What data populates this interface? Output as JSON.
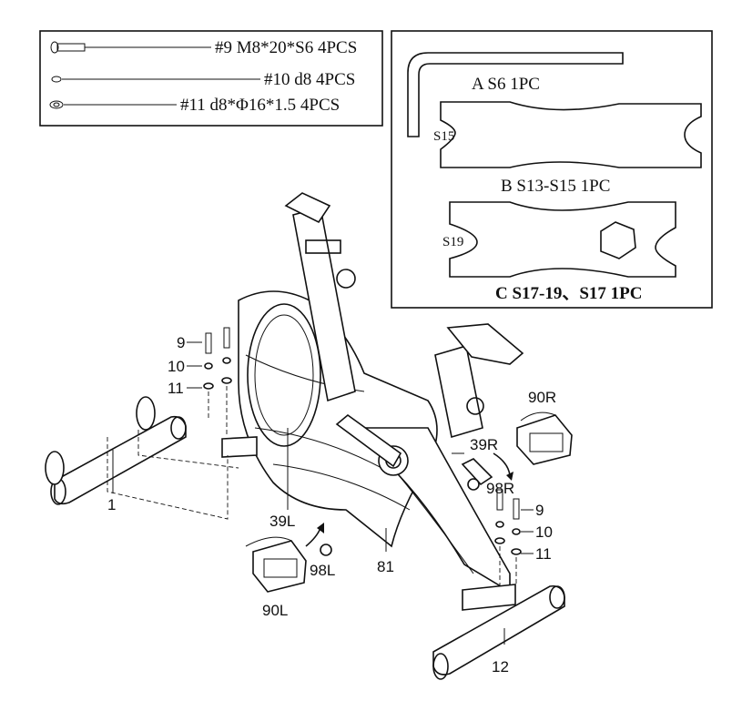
{
  "hardware": [
    {
      "label": "#9 M8*20*S6 4PCS"
    },
    {
      "label": "#10 d8 4PCS"
    },
    {
      "label": "#11 d8*Φ16*1.5 4PCS"
    }
  ],
  "tools": {
    "hex_key": "A S6 1PC",
    "wrench_b_size": "S15",
    "wrench_b": "B S13-S15 1PC",
    "wrench_c_size": "S19",
    "wrench_c": "C  S17-19、S17 1PC"
  },
  "parts": {
    "front_stab_bolt": "9",
    "front_stab_washer": "10",
    "front_stab_flat": "11",
    "front_stabilizer": "1",
    "right_pedal": "90R",
    "right_crank": "39R",
    "right_cap": "98R",
    "rear_stab_bolt": "9",
    "rear_stab_washer": "10",
    "rear_stab_flat": "11",
    "left_crank": "39L",
    "left_cap": "98L",
    "frame": "81",
    "left_pedal": "90L",
    "rear_stabilizer": "12"
  }
}
